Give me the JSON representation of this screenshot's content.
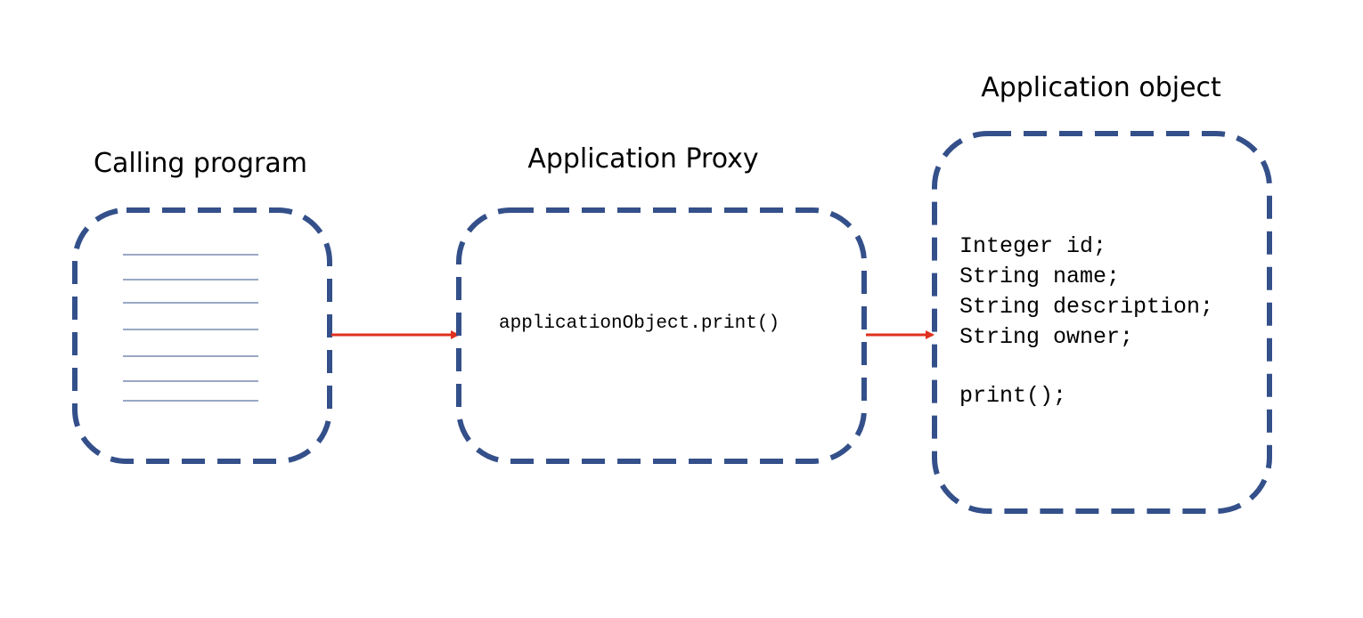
{
  "colors": {
    "box_border": "#34508a",
    "list_line": "#34508a",
    "arrow": "#e0301e",
    "text": "#000000"
  },
  "calling_program": {
    "title": "Calling program"
  },
  "proxy": {
    "title": "Application Proxy",
    "code": "applicationObject.print()"
  },
  "app_object": {
    "title": "Application object",
    "code_lines": [
      "Integer id;",
      "String name;",
      "String description;",
      "String owner;",
      "",
      "print();"
    ]
  }
}
